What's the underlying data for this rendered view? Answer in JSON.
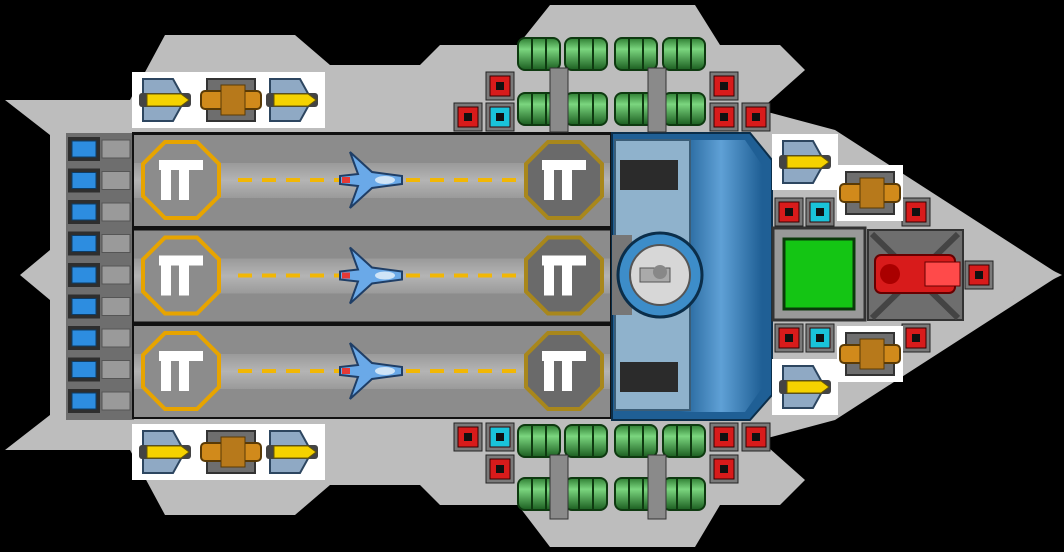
{
  "palette": {
    "background": "#000000",
    "hull": "#bdbdbd",
    "hull_edge": "#8e8e8e",
    "hangar_floor": "#8c8c8c",
    "hangar_lane": "#a3a3a3",
    "dash": "#f2b705",
    "octagon_border": "#e7a400",
    "reactor_blue": "#3f88c5",
    "tank_green": "#4caf50",
    "red_module": "#d81b1b",
    "cyan_module": "#19c3d9",
    "core_green": "#14c514",
    "fighter_blue": "#6aa9e8",
    "gun_gold": "#d18a1b",
    "missile_yellow": "#f5d200"
  },
  "hangar": {
    "bays": [
      {
        "name": "bay-1"
      },
      {
        "name": "bay-2"
      },
      {
        "name": "bay-3"
      }
    ],
    "fighters": 3
  },
  "engine_cells": 9,
  "icons": [
    "launch-pad-icon",
    "fighter-icon",
    "turret-icon",
    "fuel-tank-icon",
    "power-core-icon"
  ]
}
